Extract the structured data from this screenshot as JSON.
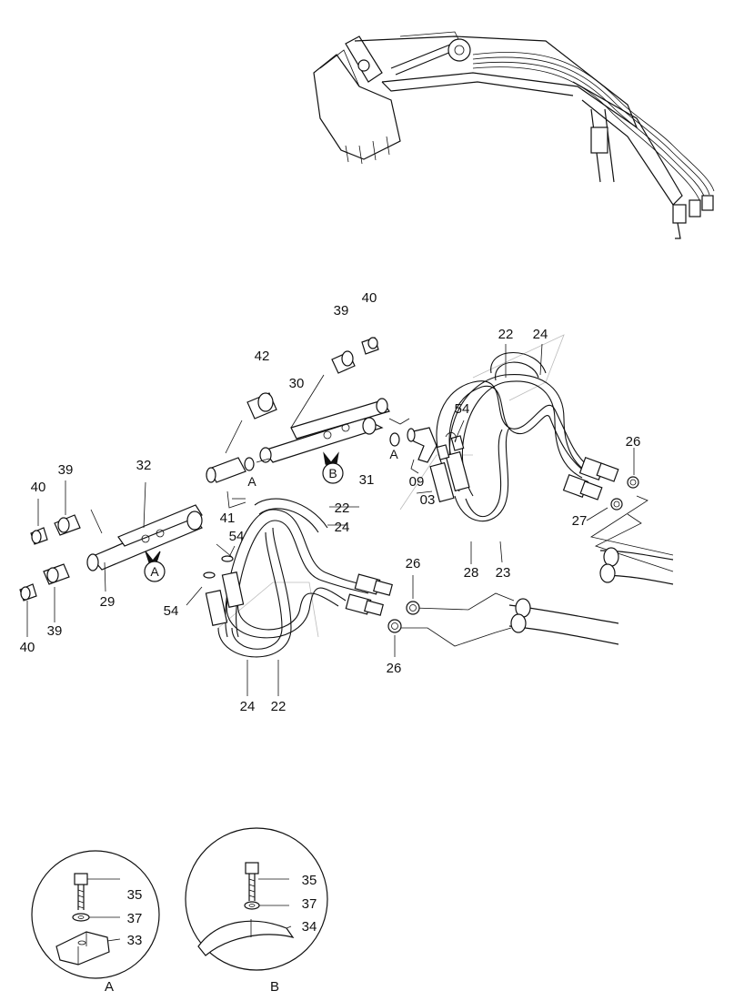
{
  "callouts": {
    "c22_top": "22",
    "c24_top": "24",
    "c54_right": "54",
    "c26_right": "26",
    "c27": "27",
    "c03": "03",
    "c09": "09",
    "c28": "28",
    "c23": "23",
    "c26_mid": "26",
    "c26_bot": "26",
    "c39_top": "39",
    "c40_top": "40",
    "c42": "42",
    "c30": "30",
    "c31": "31",
    "c22_mid": "22",
    "c24_mid": "24",
    "c41": "41",
    "c54_left_top": "54",
    "c32": "32",
    "c39_left": "39",
    "c40_left": "40",
    "c29": "29",
    "c54_left": "54",
    "c39_bot": "39",
    "c40_bot": "40",
    "c24_bot": "24",
    "c22_bot": "22",
    "c35_a": "35",
    "c37_a": "37",
    "c33": "33",
    "c35_b": "35",
    "c37_b": "37",
    "c34": "34"
  },
  "markers": {
    "a_marker": "A",
    "b_marker": "B",
    "a_ref_1": "A",
    "a_ref_2": "A"
  },
  "details": {
    "detail_a_label": "A",
    "detail_b_label": "B"
  }
}
